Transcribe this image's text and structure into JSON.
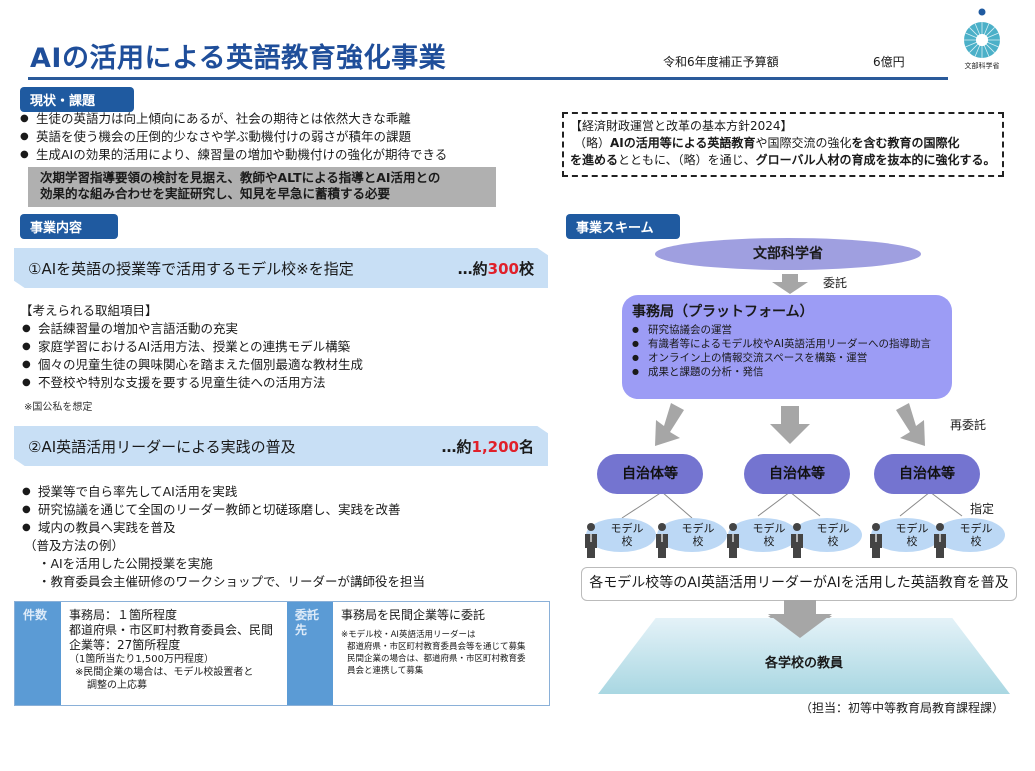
{
  "header": {
    "title": "AIの活用による英語教育強化事業",
    "budget_label": "令和6年度補正予算額",
    "budget_value": "6億円",
    "logo_text": "文部科学省"
  },
  "current_status": {
    "tag": "現状・課題",
    "bullets": [
      "生徒の英語力は向上傾向にあるが、社会の期待とは依然大きな乖離",
      "英語を使う機会の圧倒的少なさや学ぶ動機付けの弱さが積年の課題",
      "生成AIの効果的活用により、練習量の増加や動機付けの強化が期待できる"
    ],
    "highlight_line1": "次期学習指導要領の検討を見据え、教師やALTによる指導とAI活用との",
    "highlight_line2": "効果的な組み合わせを実証研究し、知見を早急に蓄積する必要"
  },
  "policy_box": {
    "heading": "【経済財政運営と改革の基本方針2024】",
    "line1_parts": [
      "（略）",
      "AIの活用等",
      "による",
      "英語教育",
      "や国際交流の強化",
      "を含む教育の国際化"
    ],
    "line2_parts": [
      "を進める",
      "とともに、（略）を通じ、",
      "グローバル人材の育成を抜本的に強化する。"
    ]
  },
  "business_content": {
    "tag": "事業内容",
    "item1": {
      "label": "①AIを英語の授業等で活用するモデル校※を指定",
      "count_prefix": "…約",
      "count_value": "300",
      "count_unit": "校",
      "sub_heading": "【考えられる取組項目】",
      "bullets": [
        "会話練習量の増加や言語活動の充実",
        "家庭学習におけるAI活用方法、授業との連携モデル構築",
        "個々の児童生徒の興味関心を踏まえた個別最適な教材生成",
        "不登校や特別な支援を要する児童生徒への活用方法"
      ],
      "note": "※国公私を想定"
    },
    "item2": {
      "label": "②AI英語活用リーダーによる実践の普及",
      "count_prefix": "…約",
      "count_value": "1,200",
      "count_unit": "名",
      "bullets": [
        "授業等で自ら率先してAI活用を実践",
        "研究協議を通じて全国のリーダー教師と切磋琢磨し、実践を改善",
        "域内の教員へ実践を普及"
      ],
      "examples_heading": "（普及方法の例）",
      "examples": [
        "・AIを活用した公開授業を実施",
        "・教育委員会主催研修のワークショップで、リーダーが講師役を担当"
      ]
    }
  },
  "info_table": {
    "count_head": "件数",
    "count_lines": [
      "事務局：１箇所程度",
      "都道府県・市区町村教育委員会、民間",
      "企業等：27箇所程度"
    ],
    "count_sub": "（1箇所当たり1,500万円程度）",
    "count_note1": "※民間企業の場合は、モデル校設置者と",
    "count_note2": "調整の上応募",
    "contractor_head_1": "委託",
    "contractor_head_2": "先",
    "contractor_main": "事務局を民間企業等に委託",
    "contractor_notes": [
      "※モデル校・AI英語活用リーダーは",
      "都道府県・市区町村教育委員会等を通じて募集",
      "民間企業の場合は、都道府県・市区町村教育委",
      "員会と連携して募集"
    ]
  },
  "scheme": {
    "tag": "事業スキーム",
    "ministry": "文部科学省",
    "commission_label": "委託",
    "platform_title": "事務局（プラットフォーム）",
    "platform_bullets": [
      "研究協議会の運営",
      "有識者等によるモデル校やAI英語活用リーダーへの指導助言",
      "オンライン上の情報交流スペースを構築・運営",
      "成果と課題の分析・発信"
    ],
    "recommission_label": "再委託",
    "municipalities": [
      "自治体等",
      "自治体等",
      "自治体等"
    ],
    "designate_label": "指定",
    "school_label_1": "モデル",
    "school_label_2": "校",
    "spread_text": "各モデル校等のAI英語活用リーダーがAIを活用した英語教育を普及",
    "teachers": "各学校の教員",
    "footer": "（担当：初等中等教育局教育課程課）"
  },
  "colors": {
    "title_blue": "#1f4e9a",
    "tag_blue": "#1f5aa0",
    "bar_light_blue": "#c8dff5",
    "accent_red": "#e0202a",
    "platform_purple": "#9c9cf5",
    "municipality_purple": "#7474d0",
    "arrow_grey": "#a6a6a6"
  }
}
